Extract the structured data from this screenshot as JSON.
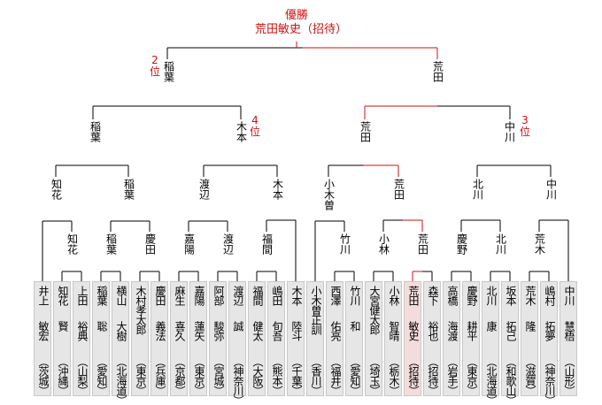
{
  "champion": {
    "title": "優勝",
    "name": "荒田敏史（招待）"
  },
  "colors": {
    "win": "#cc1111",
    "line": "#000000",
    "box": "#e6e6e6",
    "box_win": "#f4dcdc"
  },
  "players": [
    {
      "surname": "井上",
      "given": "敏宏",
      "pref": "（茨城）"
    },
    {
      "surname": "知花",
      "given": "賢",
      "pref": "（沖縄）"
    },
    {
      "surname": "上田",
      "given": "裕典",
      "pref": "（山梨）"
    },
    {
      "surname": "稲葉",
      "given": "聡",
      "pref": "（愛知）"
    },
    {
      "surname": "横山",
      "given": "大樹",
      "pref": "（北海道）"
    },
    {
      "surname": "木村孝太郎",
      "given": "",
      "pref": "（東京）"
    },
    {
      "surname": "慶田",
      "given": "義法",
      "pref": "（兵庫）"
    },
    {
      "surname": "麻生",
      "given": "喜久",
      "pref": "（京都）"
    },
    {
      "surname": "嘉陽",
      "given": "蓮矢",
      "pref": "（東京）"
    },
    {
      "surname": "阿部",
      "given": "駿弥",
      "pref": "（宮城）"
    },
    {
      "surname": "渡辺",
      "given": "誠",
      "pref": "（神奈川）"
    },
    {
      "surname": "福間",
      "given": "健太",
      "pref": "（大阪）"
    },
    {
      "surname": "嶋田",
      "given": "旬吾",
      "pref": "（熊本）"
    },
    {
      "surname": "木本",
      "given": "陸斗",
      "pref": "（千葉）"
    },
    {
      "surname": "小木曽正訓",
      "given": "",
      "pref": "（香川）"
    },
    {
      "surname": "西澤",
      "given": "佑亮",
      "pref": "（福井）"
    },
    {
      "surname": "竹川",
      "given": "和",
      "pref": "（愛知）"
    },
    {
      "surname": "大宮健太郎",
      "given": "",
      "pref": "（埼玉）"
    },
    {
      "surname": "小林",
      "given": "智晴",
      "pref": "（栃木）"
    },
    {
      "surname": "荒田",
      "given": "敏史",
      "pref": "（招待）"
    },
    {
      "surname": "森下",
      "given": "裕也",
      "pref": "（招待）"
    },
    {
      "surname": "高橋",
      "given": "海渡",
      "pref": "（岩手）"
    },
    {
      "surname": "慶野",
      "given": "耕平",
      "pref": "（東京）"
    },
    {
      "surname": "北川",
      "given": "康",
      "pref": "（北海道）"
    },
    {
      "surname": "坂本",
      "given": "拓己",
      "pref": "（和歌山）"
    },
    {
      "surname": "荒木",
      "given": "隆",
      "pref": "（滋賀）"
    },
    {
      "surname": "嶋村",
      "given": "拓夢",
      "pref": "（神奈川）"
    },
    {
      "surname": "中川",
      "given": "慧梧",
      "pref": "（山形）"
    }
  ],
  "round1_winners": [
    "知花",
    "稲葉",
    "慶田",
    "嘉陽",
    "渡辺",
    "福間",
    "竹川",
    "小林",
    "荒田",
    "慶野",
    "北川",
    "荒木"
  ],
  "round2_winners": [
    "知花",
    "稲葉",
    "渡辺",
    "木本",
    "小木曽",
    "荒田",
    "北川",
    "中川"
  ],
  "quarter_winners": [
    "稲葉",
    "木本",
    "荒田",
    "中川"
  ],
  "semi_winners": [
    "稲葉",
    "荒田"
  ],
  "ranks": {
    "second": {
      "num": "2",
      "unit": "位"
    },
    "third": {
      "num": "3",
      "unit": "位"
    },
    "fourth": {
      "num": "4",
      "unit": "位"
    }
  }
}
